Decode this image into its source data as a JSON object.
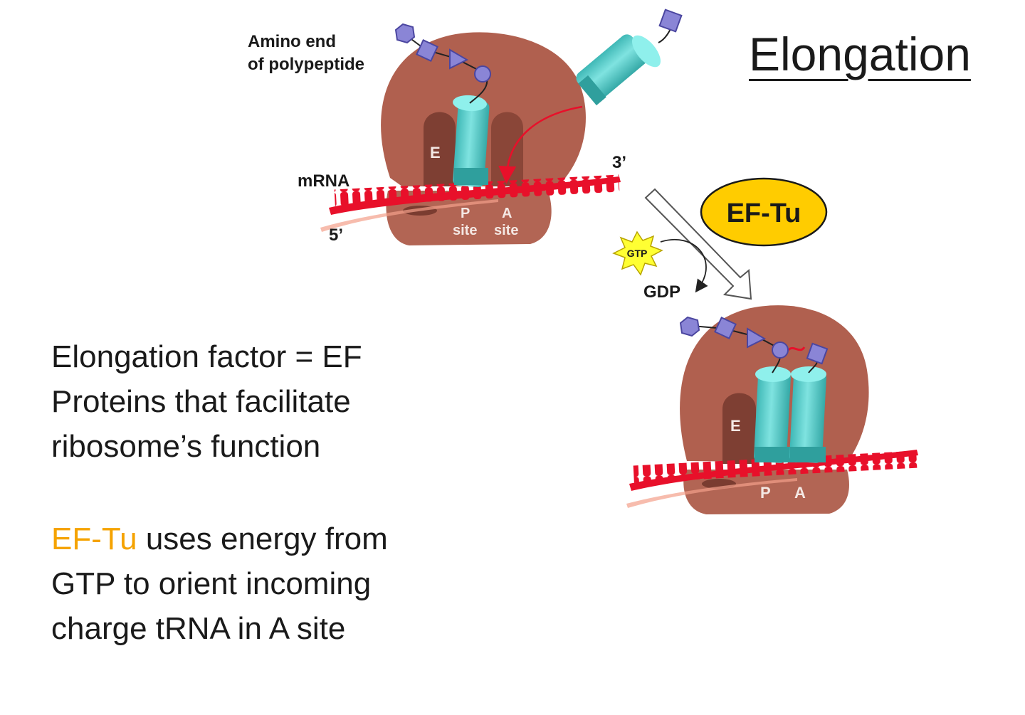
{
  "slide": {
    "title": "Elongation",
    "definition": {
      "line1": "Elongation factor = EF",
      "line2": "Proteins that facilitate",
      "line3": "ribosome’s function"
    },
    "eftu_text": {
      "highlight": "EF-Tu",
      "line1_rest": " uses energy from",
      "line2": "GTP to orient incoming",
      "line3": "charge tRNA in A site"
    }
  },
  "diagram": {
    "amino_end_line1": "Amino end",
    "amino_end_line2": "of polypeptide",
    "mrna_label": "mRNA",
    "five_prime": "5’",
    "three_prime": "3’",
    "e_label": "E",
    "p_label": "P",
    "a_label": "A",
    "site_label": "site",
    "eftu_label": "EF-Tu",
    "gtp_label": "GTP",
    "gdp_label": "GDP",
    "e_label_2": "E",
    "p_label_2": "P",
    "a_label_2": "A"
  },
  "colors": {
    "ribosome": "#b0604f",
    "trna": "#5fd1cf",
    "mrna": "#e8102a",
    "amino_acid": "#8a85d6",
    "eftu_fill": "#ffcc00",
    "gtp_fill": "#ffff33",
    "accent_text": "#f5a300"
  }
}
